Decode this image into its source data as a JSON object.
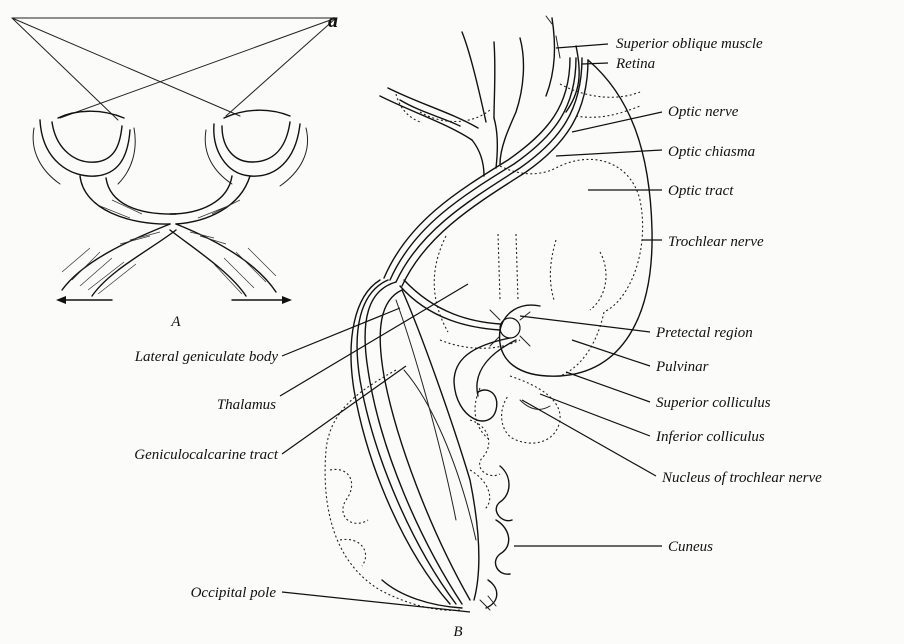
{
  "panel_labels": {
    "a": "A",
    "b": "B",
    "point": "a"
  },
  "labels": {
    "superior_oblique_muscle": "Superior oblique muscle",
    "retina": "Retina",
    "optic_nerve": "Optic nerve",
    "optic_chiasma": "Optic chiasma",
    "optic_tract": "Optic tract",
    "trochlear_nerve": "Trochlear nerve",
    "pretectal_region": "Pretectal region",
    "pulvinar": "Pulvinar",
    "superior_colliculus": "Superior colliculus",
    "inferior_colliculus": "Inferior colliculus",
    "nucleus_of_trochlear_nerve": "Nucleus of trochlear nerve",
    "cuneus": "Cuneus",
    "lateral_geniculate_body": "Lateral geniculate body",
    "thalamus": "Thalamus",
    "geniculocalcarine_tract": "Geniculocalcarine tract",
    "occipital_pole": "Occipital pole"
  }
}
